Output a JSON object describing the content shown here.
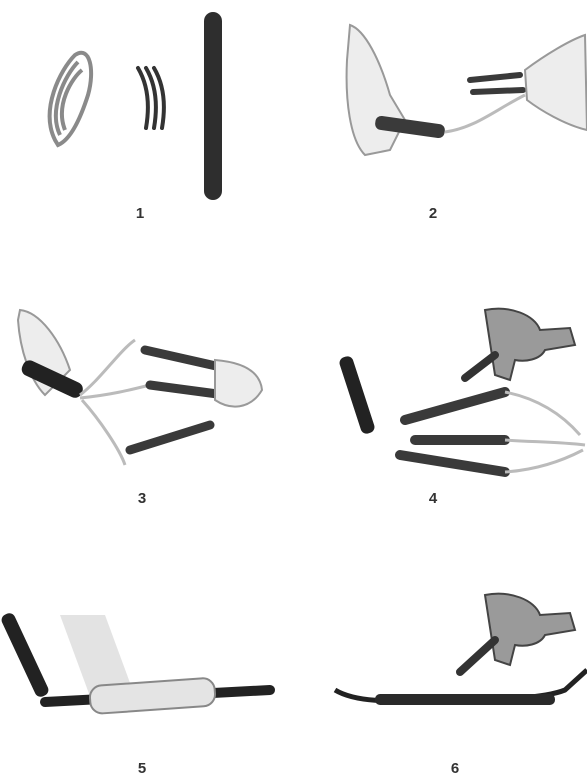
{
  "steps": [
    {
      "number": "1",
      "description_icon": "kit-parts-illustration"
    },
    {
      "number": "2",
      "description_icon": "slide-tubes-on-wires-illustration"
    },
    {
      "number": "3",
      "description_icon": "strip-and-join-wires-illustration"
    },
    {
      "number": "4",
      "description_icon": "heat-gun-shrink-inner-tubes-illustration"
    },
    {
      "number": "5",
      "description_icon": "wrap-tape-illustration"
    },
    {
      "number": "6",
      "description_icon": "heat-gun-shrink-outer-tube-illustration"
    }
  ],
  "colors": {
    "ink": "#222222",
    "tube": "#3a3a3a",
    "skin": "#e8e8e8",
    "wire": "#bdbdbd",
    "tape": "#d9d9d9"
  }
}
